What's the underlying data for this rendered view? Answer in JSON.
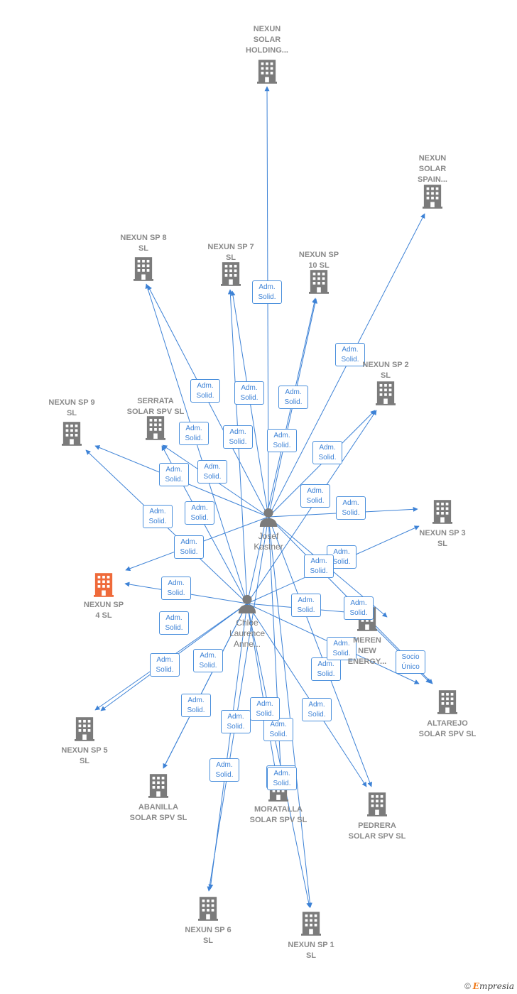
{
  "colors": {
    "edge": "#3d82d6",
    "building": "#7b7b7b",
    "focus": "#ef6a3a"
  },
  "companies": [
    {
      "id": "holding",
      "label": "NEXUN\nSOLAR\nHOLDING...",
      "icon": "building-icon"
    },
    {
      "id": "spain",
      "label": "NEXUN\nSOLAR\nSPAIN...",
      "icon": "building-icon"
    },
    {
      "id": "sp8",
      "label": "NEXUN SP 8\nSL",
      "icon": "building-icon"
    },
    {
      "id": "sp7",
      "label": "NEXUN SP 7\nSL",
      "icon": "building-icon"
    },
    {
      "id": "sp10",
      "label": "NEXUN SP\n10  SL",
      "icon": "building-icon"
    },
    {
      "id": "sp2",
      "label": "NEXUN SP 2\nSL",
      "icon": "building-icon"
    },
    {
      "id": "serrata",
      "label": "SERRATA\nSOLAR SPV  SL",
      "icon": "building-icon"
    },
    {
      "id": "sp9",
      "label": "NEXUN SP 9\nSL",
      "icon": "building-icon"
    },
    {
      "id": "sp3",
      "label": "NEXUN SP 3\nSL",
      "icon": "building-icon"
    },
    {
      "id": "sp4",
      "label": "NEXUN SP\n4  SL",
      "icon": "building-icon",
      "focus": true
    },
    {
      "id": "meren",
      "label": "MEREN\nNEW\nENERGY...",
      "icon": "building-icon"
    },
    {
      "id": "altarejo",
      "label": "ALTAREJO\nSOLAR SPV  SL",
      "icon": "building-icon"
    },
    {
      "id": "sp5",
      "label": "NEXUN SP 5\nSL",
      "icon": "building-icon"
    },
    {
      "id": "abanilla",
      "label": "ABANILLA\nSOLAR SPV  SL",
      "icon": "building-icon"
    },
    {
      "id": "moratalla",
      "label": "MORATALLA\nSOLAR SPV  SL",
      "icon": "building-icon"
    },
    {
      "id": "pedrera",
      "label": "PEDRERA\nSOLAR SPV  SL",
      "icon": "building-icon"
    },
    {
      "id": "sp6",
      "label": "NEXUN SP 6\nSL",
      "icon": "building-icon"
    },
    {
      "id": "sp1",
      "label": "NEXUN SP 1\nSL",
      "icon": "building-icon"
    }
  ],
  "people": [
    {
      "id": "josef",
      "label": "Josef\nKastner",
      "icon": "person-icon"
    },
    {
      "id": "chloe",
      "label": "Chloe\nLaurence\nAnne...",
      "icon": "person-icon"
    }
  ],
  "edge_labels": [
    "Adm.\nSolid.",
    "Adm.\nSolid.",
    "Adm.\nSolid.",
    "Adm.\nSolid.",
    "Adm.\nSolid.",
    "Adm.\nSolid.",
    "Adm.\nSolid.",
    "Adm.\nSolid.",
    "Adm.\nSolid.",
    "Adm.\nSolid.",
    "Adm.\nSolid.",
    "Adm.\nSolid.",
    "Adm.\nSolid.",
    "Adm.\nSolid.",
    "Adm.\nSolid.",
    "Adm.\nSolid.",
    "Adm.\nSolid.",
    "Adm.\nSolid.",
    "Adm.\nSolid.",
    "Adm.\nSolid.",
    "Adm.\nSolid.",
    "Adm.\nSolid.",
    "Adm.\nSolid.",
    "Adm.\nSolid.",
    "Adm.\nSolid.",
    "Adm.\nSolid.",
    "Adm.\nSolid.",
    "Adm.\nSolid.",
    "Adm.\nSolid.",
    "Adm.\nSolid.",
    "Adm.\nSolid.",
    "Adm.\nSolid.",
    "Adm.\nSolid.",
    "Adm.\nSolid.",
    "Socio\nÚnico"
  ],
  "footer": {
    "copyright": "©",
    "brand_first": "E",
    "brand_rest": "mpresia"
  }
}
